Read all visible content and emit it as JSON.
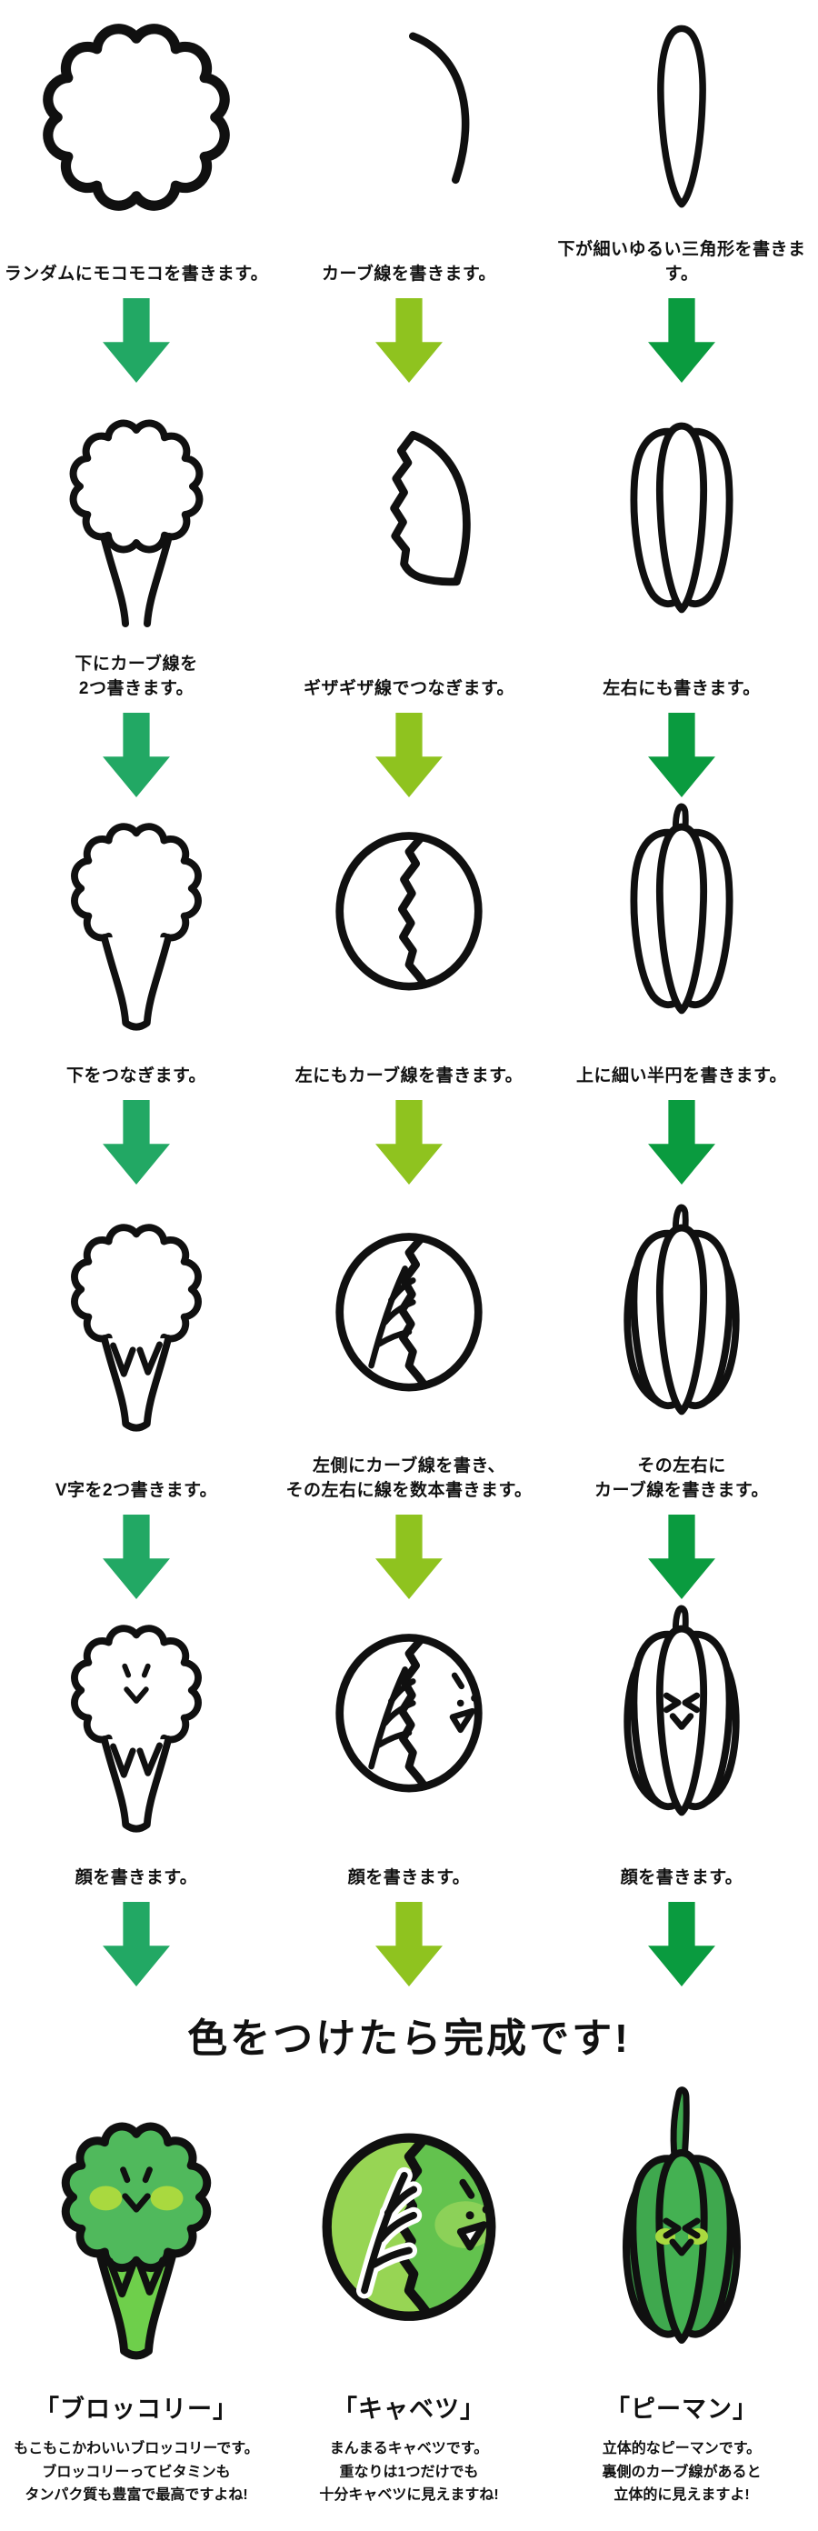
{
  "title": "色をつけたら完成です!",
  "arrow_colors": {
    "broccoli": "#22a864",
    "cabbage": "#8fc31f",
    "pepper": "#0a9b3f"
  },
  "palette": {
    "broccoli_head": "#50b95c",
    "broccoli_stem": "#6ecf4b",
    "cheek": "#a9d93f",
    "cabbage_left": "#97d554",
    "cabbage_right": "#63c24e",
    "cabbage_cheek": "#93d45b",
    "pepper_body": "#3fa84e",
    "pepper_center": "#44b152"
  },
  "columns": [
    {
      "name": "「ブロッコリー」",
      "steps": [
        "ランダムにモコモコを書きます。",
        "下にカーブ線を\n2つ書きます。",
        "下をつなぎます。",
        "V字を2つ書きます。",
        "顔を書きます。"
      ],
      "description": "もこもこかわいいブロッコリーです。\nブロッコリーってビタミンも\nタンパク質も豊富で最高ですよね!"
    },
    {
      "name": "「キャベツ」",
      "steps": [
        "カーブ線を書きます。",
        "ギザギザ線でつなぎます。",
        "左にもカーブ線を書きます。",
        "左側にカーブ線を書き、\nその左右に線を数本書きます。",
        "顔を書きます。"
      ],
      "description": "まんまるキャベツです。\n重なりは1つだけでも\n十分キャベツに見えますね!"
    },
    {
      "name": "「ピーマン」",
      "steps": [
        "下が細いゆるい三角形を書きます。",
        "左右にも書きます。",
        "上に細い半円を書きます。",
        "その左右に\nカーブ線を書きます。",
        "顔を書きます。"
      ],
      "description": "立体的なピーマンです。\n裏側のカーブ線があると\n立体的に見えますよ!"
    }
  ]
}
